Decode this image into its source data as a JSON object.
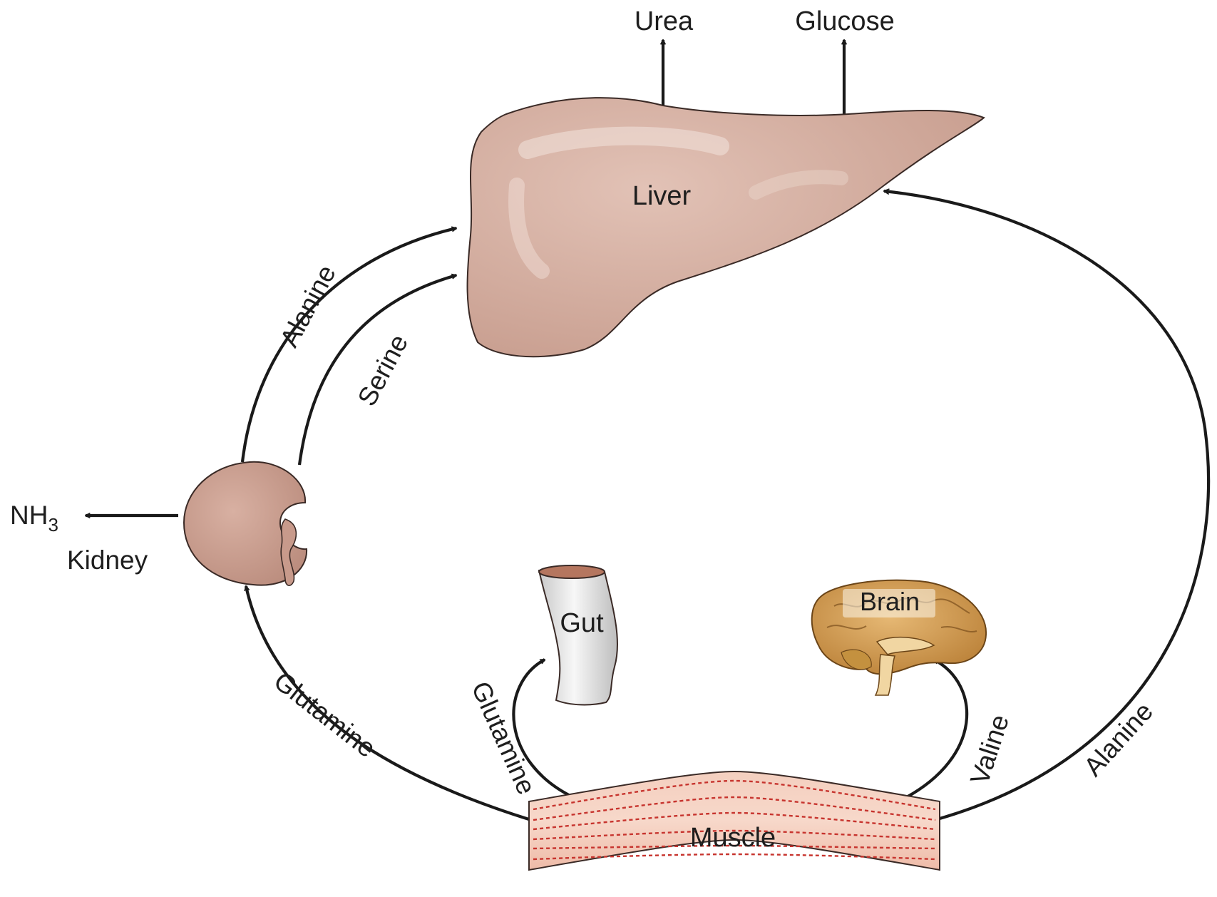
{
  "organs": {
    "liver": "Liver",
    "kidney": "Kidney",
    "gut": "Gut",
    "brain": "Brain",
    "muscle": "Muscle"
  },
  "outputs": {
    "urea": "Urea",
    "glucose": "Glucose",
    "ammonia_base": "NH",
    "ammonia_subscript": "3"
  },
  "pathways": {
    "kidney_to_liver_alanine": "Alanine",
    "kidney_to_liver_serine": "Serine",
    "muscle_to_kidney": "Glutamine",
    "muscle_to_gut": "Glutamine",
    "muscle_to_brain": "Valine",
    "muscle_to_liver": "Alanine"
  },
  "colors": {
    "organ_flesh": "#cfa597",
    "organ_outline": "#3a2a26",
    "muscle_fill": "#f2c6b5",
    "muscle_stripe": "#c7342e",
    "gut_fill": "#e6e6e6",
    "gut_lumen": "#b5765f",
    "brain_fill": "#d8a35a",
    "arrow": "#1a1a1a"
  },
  "icons": [
    "liver-icon",
    "kidney-icon",
    "gut-icon",
    "brain-icon",
    "muscle-icon"
  ]
}
